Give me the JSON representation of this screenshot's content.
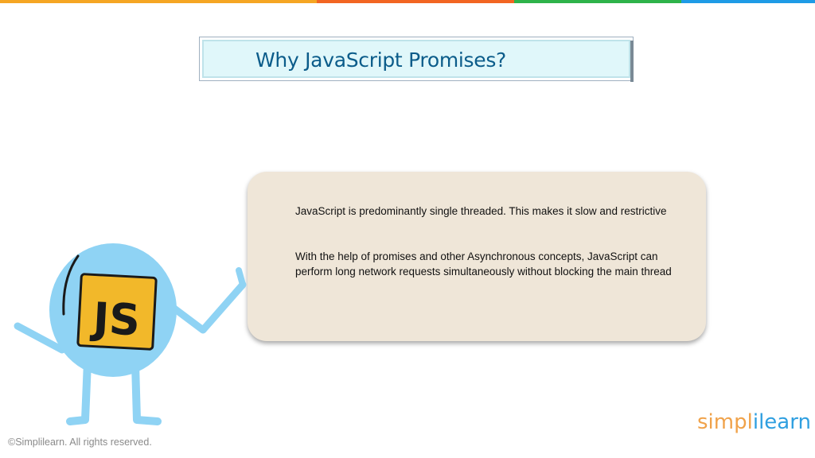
{
  "top_bar": {
    "colors": [
      "#f5a623",
      "#f26522",
      "#2eb34a",
      "#1e9be6"
    ]
  },
  "title": "Why JavaScript Promises?",
  "card": {
    "paragraph_1": "JavaScript is predominantly single threaded. This makes it slow and restrictive",
    "paragraph_2": "With the help of promises and other Asynchronous concepts, JavaScript can perform long network requests simultaneously without blocking the main thread"
  },
  "mascot": {
    "badge_text": "JS",
    "icon": "js-mascot-icon"
  },
  "footer": {
    "copyright": "©Simplilearn. All rights reserved."
  },
  "logo": {
    "part_1": "simpl",
    "part_2": "i",
    "part_3": "learn"
  }
}
